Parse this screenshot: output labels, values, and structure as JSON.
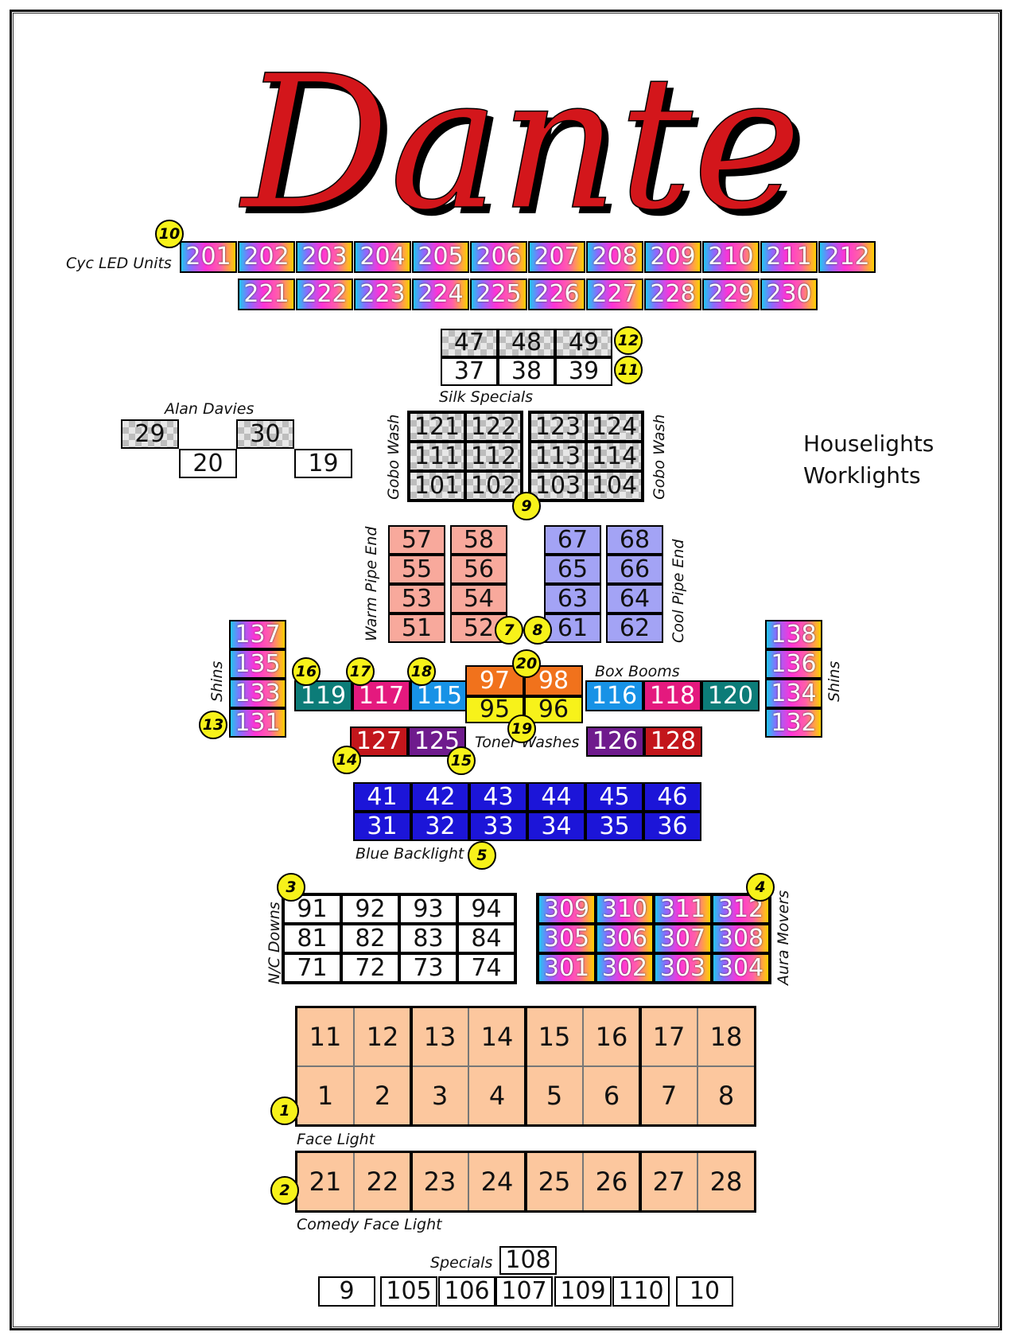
{
  "title": "Dante",
  "labels": {
    "cyc": "Cyc LED Units",
    "silk": "Silk Specials",
    "alan": "Alan Davies",
    "gobo_left": "Gobo Wash",
    "gobo_right": "Gobo Wash",
    "house1": "Houselights",
    "house2": "Worklights",
    "warm": "Warm Pipe End",
    "cool": "Cool Pipe End",
    "shins_left": "Shins",
    "shins_right": "Shins",
    "box_booms": "Box Booms",
    "toner": "Toner Washes",
    "blue_back": "Blue Backlight",
    "nc_downs": "N/C Downs",
    "aura": "Aura Movers",
    "face": "Face Light",
    "comedy": "Comedy Face Light",
    "specials": "Specials"
  },
  "colors": {
    "title_red": "#d3161b",
    "title_shadow": "#000000",
    "warm": "#f8a99c",
    "cool": "#a3a3f5",
    "blue_backlight": "#1c15d8",
    "face_peach": "#fcc79e",
    "callout_yellow": "#f7f21a"
  },
  "cyc_row1": [
    "201",
    "202",
    "203",
    "204",
    "205",
    "206",
    "207",
    "208",
    "209",
    "210",
    "211",
    "212"
  ],
  "cyc_row2": [
    "221",
    "222",
    "223",
    "224",
    "225",
    "226",
    "227",
    "228",
    "229",
    "230"
  ],
  "silk_top": [
    "47",
    "48",
    "49"
  ],
  "silk_bottom": [
    "37",
    "38",
    "39"
  ],
  "alan": [
    "29",
    "30",
    "20",
    "19"
  ],
  "gobo_left": [
    "121",
    "122",
    "111",
    "112",
    "101",
    "102"
  ],
  "gobo_right": [
    "123",
    "124",
    "113",
    "114",
    "103",
    "104"
  ],
  "warm": [
    "57",
    "58",
    "55",
    "56",
    "53",
    "54",
    "51",
    "52"
  ],
  "cool": [
    "67",
    "68",
    "65",
    "66",
    "63",
    "64",
    "61",
    "62"
  ],
  "shins_left": [
    "137",
    "135",
    "133",
    "131"
  ],
  "shins_right": [
    "138",
    "136",
    "134",
    "132"
  ],
  "box_booms_left": [
    "119",
    "117",
    "115"
  ],
  "box_booms_center_top": [
    "97",
    "98"
  ],
  "box_booms_center_bottom": [
    "95",
    "96"
  ],
  "box_booms_right": [
    "116",
    "118",
    "120"
  ],
  "toner_left": [
    "127",
    "125"
  ],
  "toner_right": [
    "126",
    "128"
  ],
  "blue_top": [
    "41",
    "42",
    "43",
    "44",
    "45",
    "46"
  ],
  "blue_bottom": [
    "31",
    "32",
    "33",
    "34",
    "35",
    "36"
  ],
  "nc_downs": [
    "91",
    "92",
    "93",
    "94",
    "81",
    "82",
    "83",
    "84",
    "71",
    "72",
    "73",
    "74"
  ],
  "aura": [
    "309",
    "310",
    "311",
    "312",
    "305",
    "306",
    "307",
    "308",
    "301",
    "302",
    "303",
    "304"
  ],
  "face_top": [
    "11",
    "12",
    "13",
    "14",
    "15",
    "16",
    "17",
    "18"
  ],
  "face_bottom": [
    "1",
    "2",
    "3",
    "4",
    "5",
    "6",
    "7",
    "8"
  ],
  "comedy": [
    "21",
    "22",
    "23",
    "24",
    "25",
    "26",
    "27",
    "28"
  ],
  "specials_top": "108",
  "specials_bottom": [
    "9",
    "105",
    "106",
    "107",
    "109",
    "110",
    "10"
  ],
  "callouts": [
    "1",
    "2",
    "3",
    "4",
    "5",
    "7",
    "8",
    "9",
    "10",
    "11",
    "12",
    "13",
    "14",
    "15",
    "16",
    "17",
    "18",
    "19",
    "20"
  ]
}
